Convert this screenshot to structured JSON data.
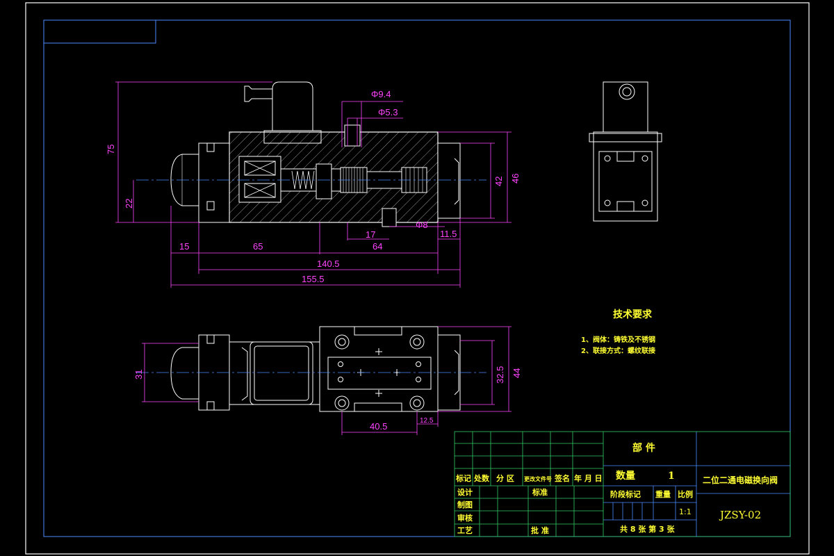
{
  "dimensions": {
    "d_phi94": "Φ9.4",
    "d_phi53": "Φ5.3",
    "d_75": "75",
    "d_22": "22",
    "d_42": "42",
    "d_46": "46",
    "d_17": "17",
    "d_phi8": "Φ8",
    "d_115": "11.5",
    "d_15": "15",
    "d_65": "65",
    "d_64": "64",
    "d_1405": "140.5",
    "d_1555": "155.5",
    "d_31": "31",
    "d_325": "32.5",
    "d_44": "44",
    "d_405": "40.5",
    "d_125": "12.5"
  },
  "tech_requirements": {
    "title": "技术要求",
    "items": [
      "1、阀体：铸铁及不锈钢",
      "2、联接方式：螺纹联接"
    ]
  },
  "title_block": {
    "part_label": "部    件",
    "qty_label": "数量",
    "qty_value": "1",
    "drawing_name": "二位二通电磁换向阀",
    "drawing_no": "JZSY-02",
    "stage_label": "阶段标记",
    "weight_label": "重量",
    "scale_label": "比例",
    "scale_value": "1:1",
    "sheets": "共 8 张   第 3 张",
    "rev_mark": "标记",
    "rev_count": "处数",
    "rev_zone": "分 区",
    "rev_docno": "更改文件号",
    "rev_sign": "签名",
    "rev_date": "年 月 日",
    "design": "设计",
    "standard": "标准",
    "drafting": "制图",
    "review": "审核",
    "process": "工艺",
    "approve": "批 准"
  }
}
